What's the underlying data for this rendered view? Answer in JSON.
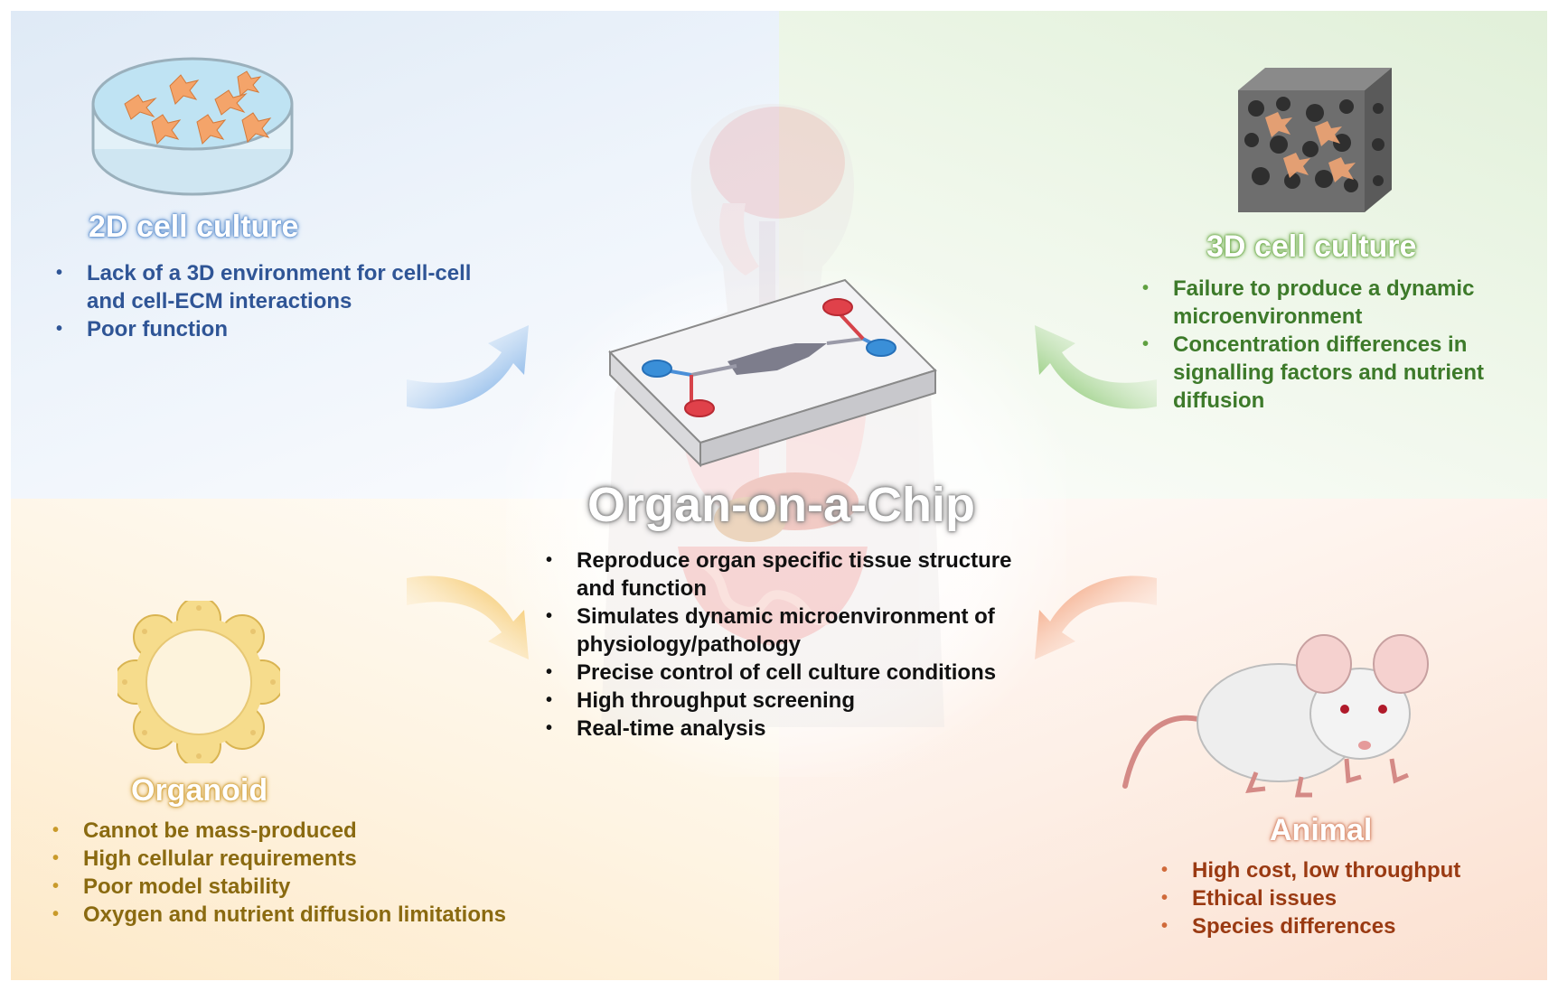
{
  "center": {
    "title": "Organ-on-a-Chip",
    "bullets": [
      "Reproduce organ specific tissue structure and function",
      "Simulates dynamic microenvironment of physiology/pathology",
      "Precise control of cell culture conditions",
      "High throughput screening",
      "Real-time analysis"
    ]
  },
  "panels": {
    "cell2d": {
      "title": "2D cell culture",
      "bullets": [
        "Lack of a 3D environment for cell-cell and cell-ECM interactions",
        "Poor function"
      ]
    },
    "cell3d": {
      "title": "3D cell culture",
      "bullets": [
        "Failure to produce a dynamic microenvironment",
        "Concentration differences in signalling factors and nutrient diffusion"
      ]
    },
    "organoid": {
      "title": "Organoid",
      "bullets": [
        "Cannot be mass-produced",
        "High cellular requirements",
        "Poor model stability",
        "Oxygen and nutrient diffusion limitations"
      ]
    },
    "animal": {
      "title": "Animal",
      "bullets": [
        "High cost, low throughput",
        "Ethical issues",
        "Species differences"
      ]
    }
  },
  "colors": {
    "blue": "#2f5596",
    "green": "#3d7a2a",
    "gold": "#8a6a10",
    "red": "#9a3a12"
  },
  "icons": [
    "petri-dish-icon",
    "porous-scaffold-icon",
    "organoid-icon",
    "mouse-icon",
    "human-body-icon",
    "microfluidic-chip-icon"
  ]
}
